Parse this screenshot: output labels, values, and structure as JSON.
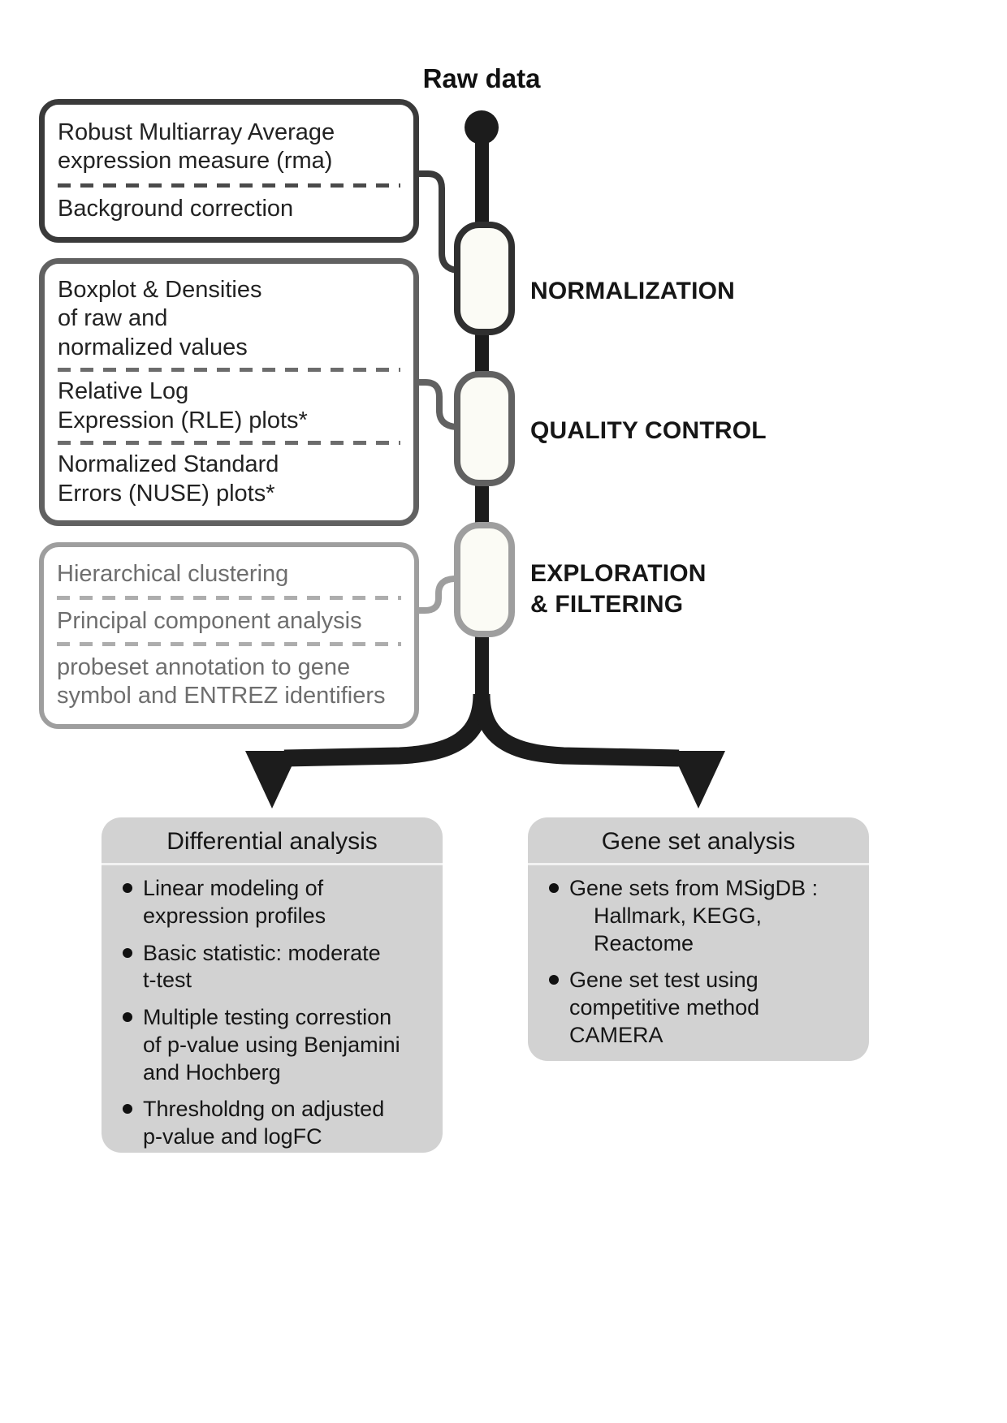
{
  "raw_data_label": "Raw data",
  "colors": {
    "trunk": "#1c1c1c",
    "normalization_border": "#3a3a3a",
    "quality_border": "#616161",
    "exploration_border": "#9e9e9e",
    "branch_box_bg": "#d2d2d2"
  },
  "pipeline": {
    "normalization": {
      "stage_label": "NORMALIZATION",
      "steps": [
        "Robust Multiarray Average\nexpression measure (rma)",
        "Background correction"
      ]
    },
    "quality_control": {
      "stage_label": "QUALITY CONTROL",
      "steps": [
        "Boxplot & Densities\nof raw and\nnormalized values",
        "Relative Log\nExpression (RLE) plots*",
        "Normalized Standard\nErrors (NUSE) plots*"
      ]
    },
    "exploration": {
      "stage_label": "EXPLORATION\n& FILTERING",
      "steps": [
        "Hierarchical clustering",
        "Principal component analysis",
        "probeset annotation to gene\nsymbol and ENTREZ identifiers"
      ]
    }
  },
  "branches": {
    "differential": {
      "title": "Differential analysis",
      "bullets": [
        "Linear modeling of\nexpression profiles",
        "Basic statistic: moderate\nt-test",
        "Multiple testing correstion\nof p-value using Benjamini\nand Hochberg",
        "Thresholdng on adjusted\np-value and logFC"
      ]
    },
    "gene_set": {
      "title": "Gene set analysis",
      "bullets": [
        "Gene sets from MSigDB :\n    Hallmark, KEGG,\n    Reactome",
        "Gene set test using\ncompetitive method\nCAMERA"
      ]
    }
  }
}
